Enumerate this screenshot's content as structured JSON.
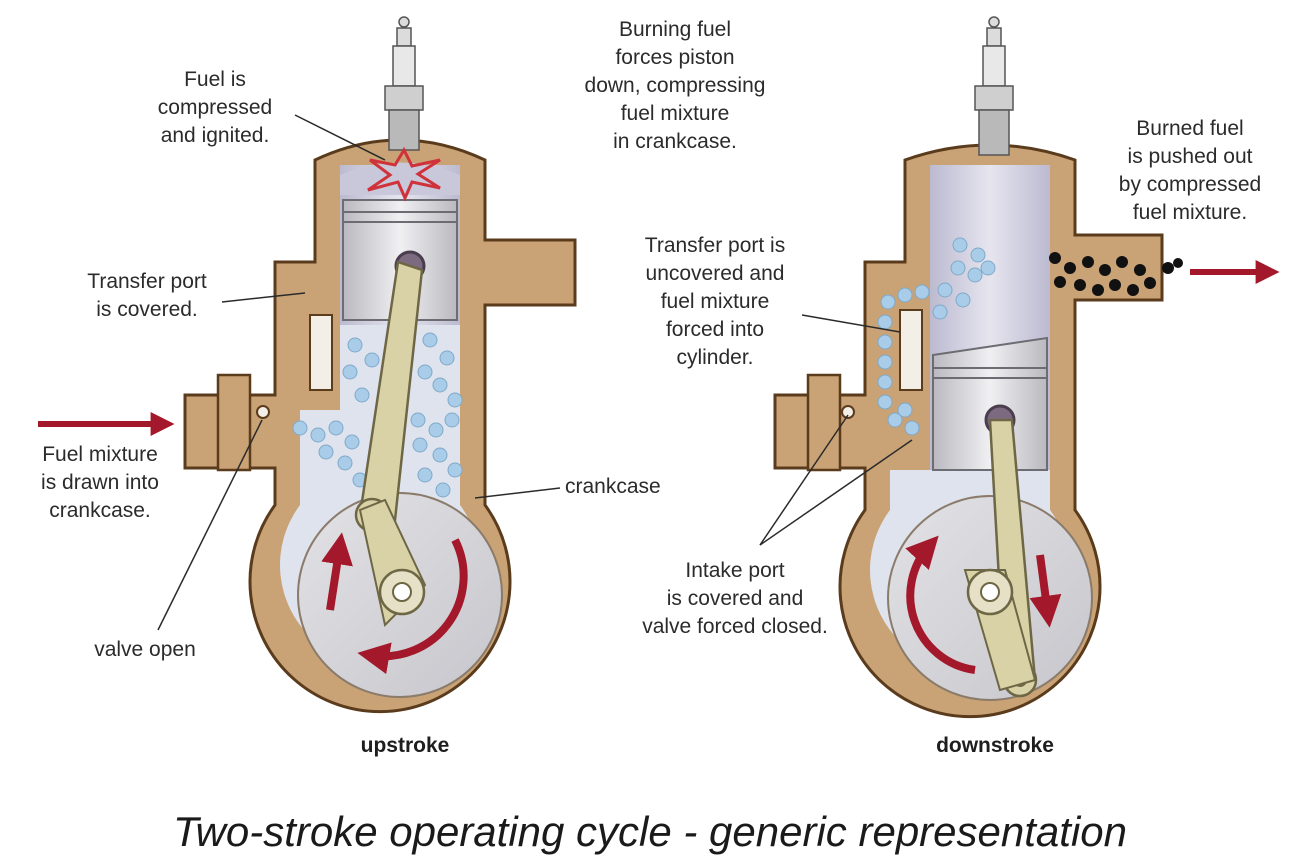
{
  "upstroke": {
    "name": "upstroke",
    "label_fuel_compressed": "Fuel is\ncompressed\nand ignited.",
    "label_transfer_port": "Transfer port\nis covered.",
    "label_fuel_mixture": "Fuel mixture\nis drawn into\ncrankcase.",
    "label_crankcase": "crankcase",
    "label_valve_open": "valve open"
  },
  "downstroke": {
    "name": "downstroke",
    "label_burning_fuel": "Burning fuel\nforces piston\ndown, compressing\nfuel mixture\nin crankcase.",
    "label_burned_fuel": "Burned fuel\nis pushed out\nby compressed\nfuel mixture.",
    "label_transfer_port": "Transfer port is\nuncovered and\nfuel mixture\nforced into\ncylinder.",
    "label_intake_port": "Intake port\nis covered and\nvalve forced closed."
  },
  "caption": "Two-stroke operating cycle - generic representation",
  "colors": {
    "casing": "#c9a376",
    "casing_outline": "#5a3b1c",
    "cylinder": "#d4d2e0",
    "piston": "#d8d8dc",
    "fuel_bubble": "#a9cde8",
    "exhaust_particle": "#111111",
    "arrow": "#a3182a",
    "spark": "#d0323c",
    "conrod": "#d9d2a6"
  },
  "icons": {
    "spark_plug": "spark-plug-icon",
    "flow_arrow": "arrow-right-icon",
    "rotation_arrow": "rotation-arrow-icon"
  }
}
